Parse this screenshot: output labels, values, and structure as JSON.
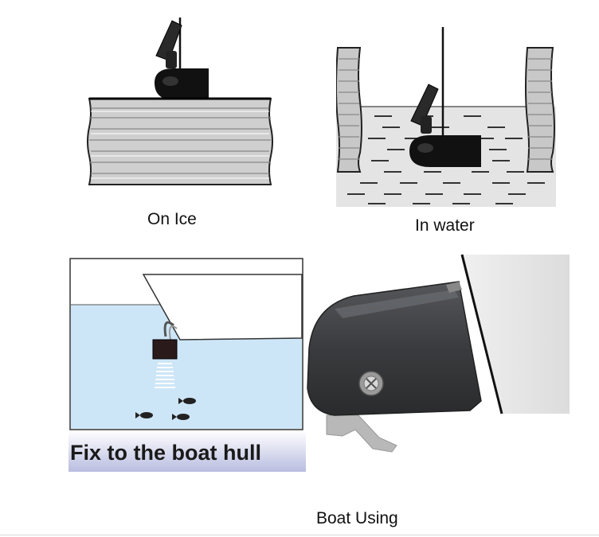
{
  "captions": {
    "on_ice": "On Ice",
    "in_water": "In water",
    "boat_using": "Boat Using"
  },
  "hull_panel": {
    "label": "Fix to the boat hull"
  },
  "colors": {
    "water_blue": "#cde6f7",
    "label_band": "#c9cce4",
    "transducer_dark": "#1c1c1c",
    "ice_gray": "#d0d0d0",
    "mount_gray": "#3a3b3d"
  },
  "icons": {
    "transducer": "transducer-icon",
    "fish": "fish-icon",
    "screw": "screw-icon"
  }
}
